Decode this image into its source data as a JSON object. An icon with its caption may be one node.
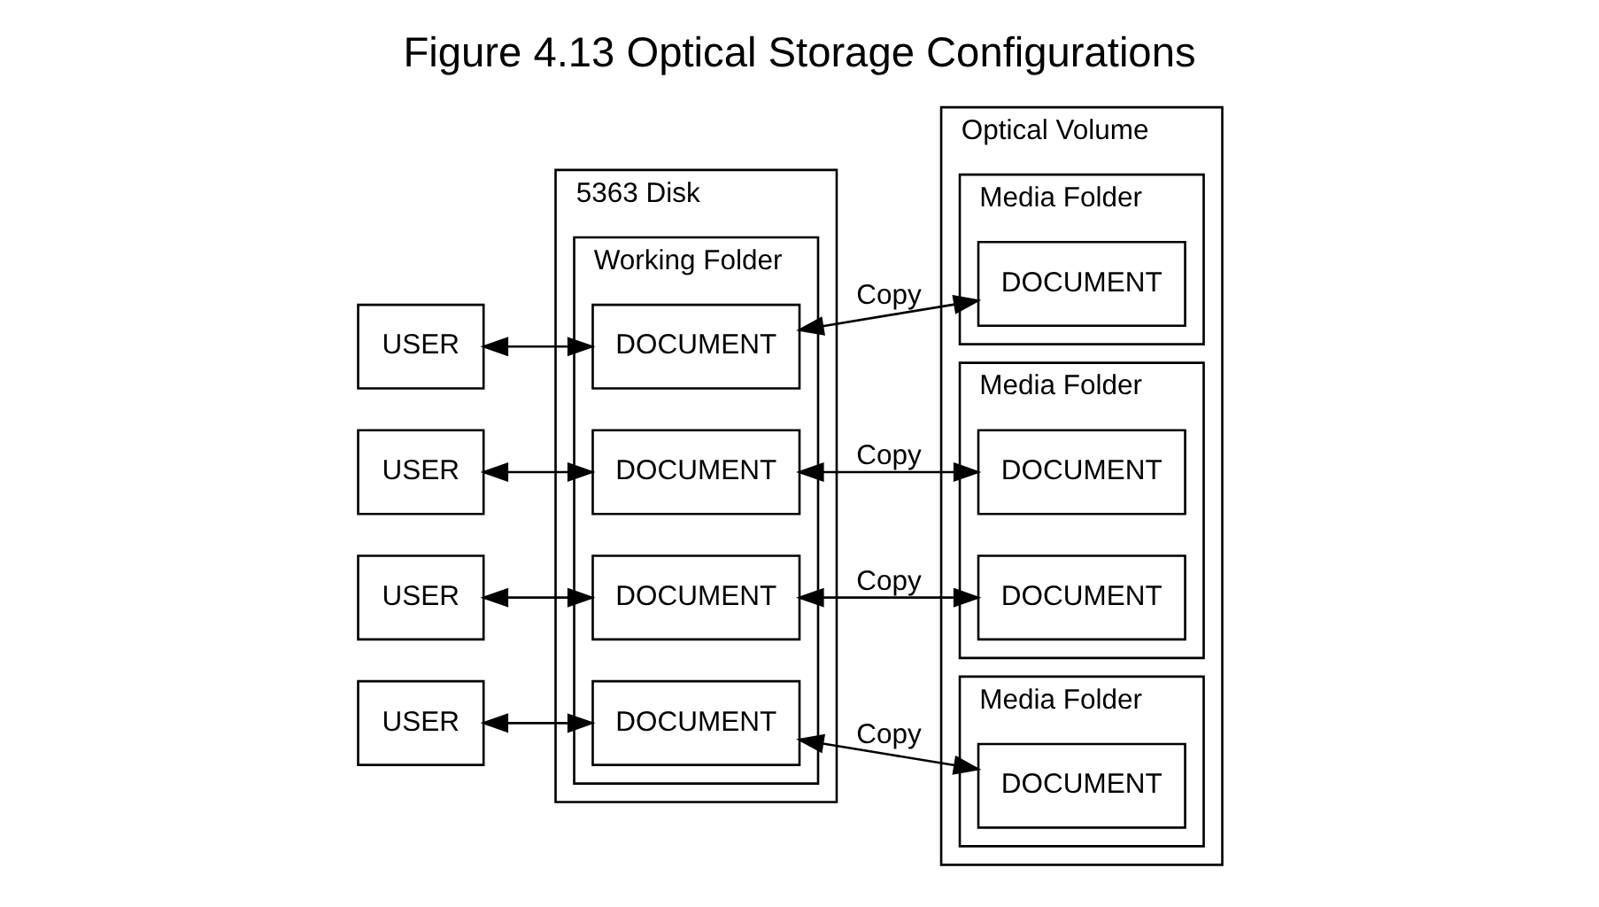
{
  "diagram": {
    "title": "Figure 4.13 Optical Storage Configurations",
    "nodes": [
      {
        "text": [
          "USER"
        ]
      },
      {
        "text": [
          "USER"
        ]
      },
      {
        "text": [
          "USER"
        ]
      },
      {
        "text": [
          "USER"
        ]
      },
      {
        "text": [
          "5363 Disk"
        ]
      },
      {
        "text": [
          "Working Folder"
        ],
        "in": 4
      },
      {
        "text": [
          "DOCUMENT"
        ],
        "in": 5
      },
      {
        "text": [
          "DOCUMENT"
        ],
        "in": 5
      },
      {
        "text": [
          "DOCUMENT"
        ],
        "in": 5
      },
      {
        "text": [
          "DOCUMENT"
        ],
        "in": 5
      },
      {
        "text": [
          "Optical Volume"
        ]
      },
      {
        "text": [
          "Media Folder"
        ],
        "in": 10
      },
      {
        "text": [
          "DOCUMENT"
        ],
        "in": 11
      },
      {
        "text": [
          "Media Folder"
        ],
        "in": 10
      },
      {
        "text": [
          "DOCUMENT"
        ],
        "in": 13
      },
      {
        "text": [
          "DOCUMENT"
        ],
        "in": 13
      },
      {
        "text": [
          "Media Folder"
        ],
        "in": 10
      },
      {
        "text": [
          "DOCUMENT"
        ],
        "in": 16
      }
    ],
    "edges": [
      {
        "from": 0,
        "to": 6,
        "arrow": "both"
      },
      {
        "from": 1,
        "to": 7,
        "arrow": "both"
      },
      {
        "from": 2,
        "to": 8,
        "arrow": "both"
      },
      {
        "from": 3,
        "to": 9,
        "arrow": "both"
      },
      {
        "from": 6,
        "to": 12,
        "arrow": "both",
        "label": "Copy"
      },
      {
        "from": 7,
        "to": 14,
        "arrow": "both",
        "label": "Copy"
      },
      {
        "from": 8,
        "to": 15,
        "arrow": "both",
        "label": "Copy"
      },
      {
        "from": 9,
        "to": 17,
        "arrow": "both",
        "label": "Copy"
      }
    ]
  }
}
